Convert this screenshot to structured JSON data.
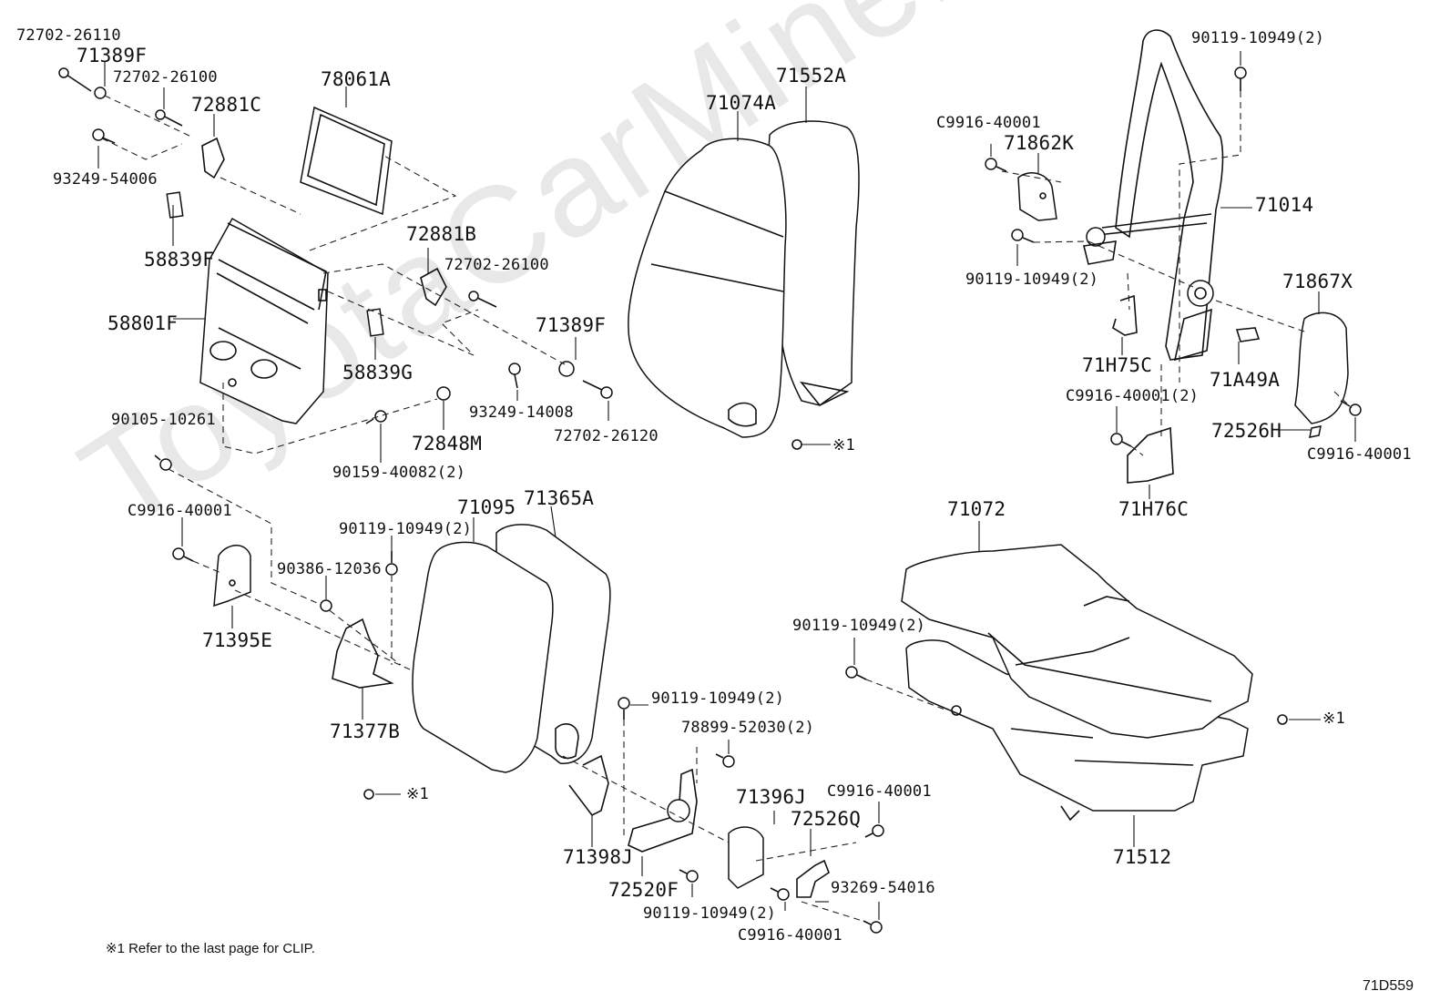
{
  "watermark": "ToyotaCarMiner.ru",
  "labels": {
    "a1": "72702-26110",
    "a2": "71389F",
    "a3": "72702-26100",
    "a4": "72881C",
    "a5": "93249-54006",
    "a6": "78061A",
    "a7": "58839F",
    "a8": "58801F",
    "a9": "72881B",
    "a10": "72702-26100",
    "a11": "58839G",
    "a12": "71389F",
    "a13": "93249-14008",
    "a14": "72702-26120",
    "a15": "90105-10261",
    "a16": "72848M",
    "a17": "90159-40082(2)",
    "b1": "71074A",
    "b2": "71552A",
    "b3": "※1",
    "c1": "90119-10949(2)",
    "c2": "C9916-40001",
    "c3": "71862K",
    "c4": "71014",
    "c5": "90119-10949(2)",
    "c6": "71867X",
    "c7": "71H75C",
    "c8": "71A49A",
    "c9": "C9916-40001(2)",
    "c10": "72526H",
    "c11": "C9916-40001",
    "c12": "71H76C",
    "d1": "C9916-40001",
    "d2": "90119-10949(2)",
    "d3": "71095",
    "d4": "71365A",
    "d5": "90386-12036",
    "d6": "71395E",
    "d7": "71377B",
    "d8": "※1",
    "e1": "90119-10949(2)",
    "e2": "78899-52030(2)",
    "e3": "71396J",
    "e4": "C9916-40001",
    "e5": "72526Q",
    "e6": "71398J",
    "e7": "72520F",
    "e8": "93269-54016",
    "e9": "90119-10949(2)",
    "e10": "C9916-40001",
    "f1": "71072",
    "f2": "90119-10949(2)",
    "f3": "※1",
    "f4": "71512"
  },
  "footnote": "※1  Refer to the last page for CLIP.",
  "diagram_code": "71D559"
}
